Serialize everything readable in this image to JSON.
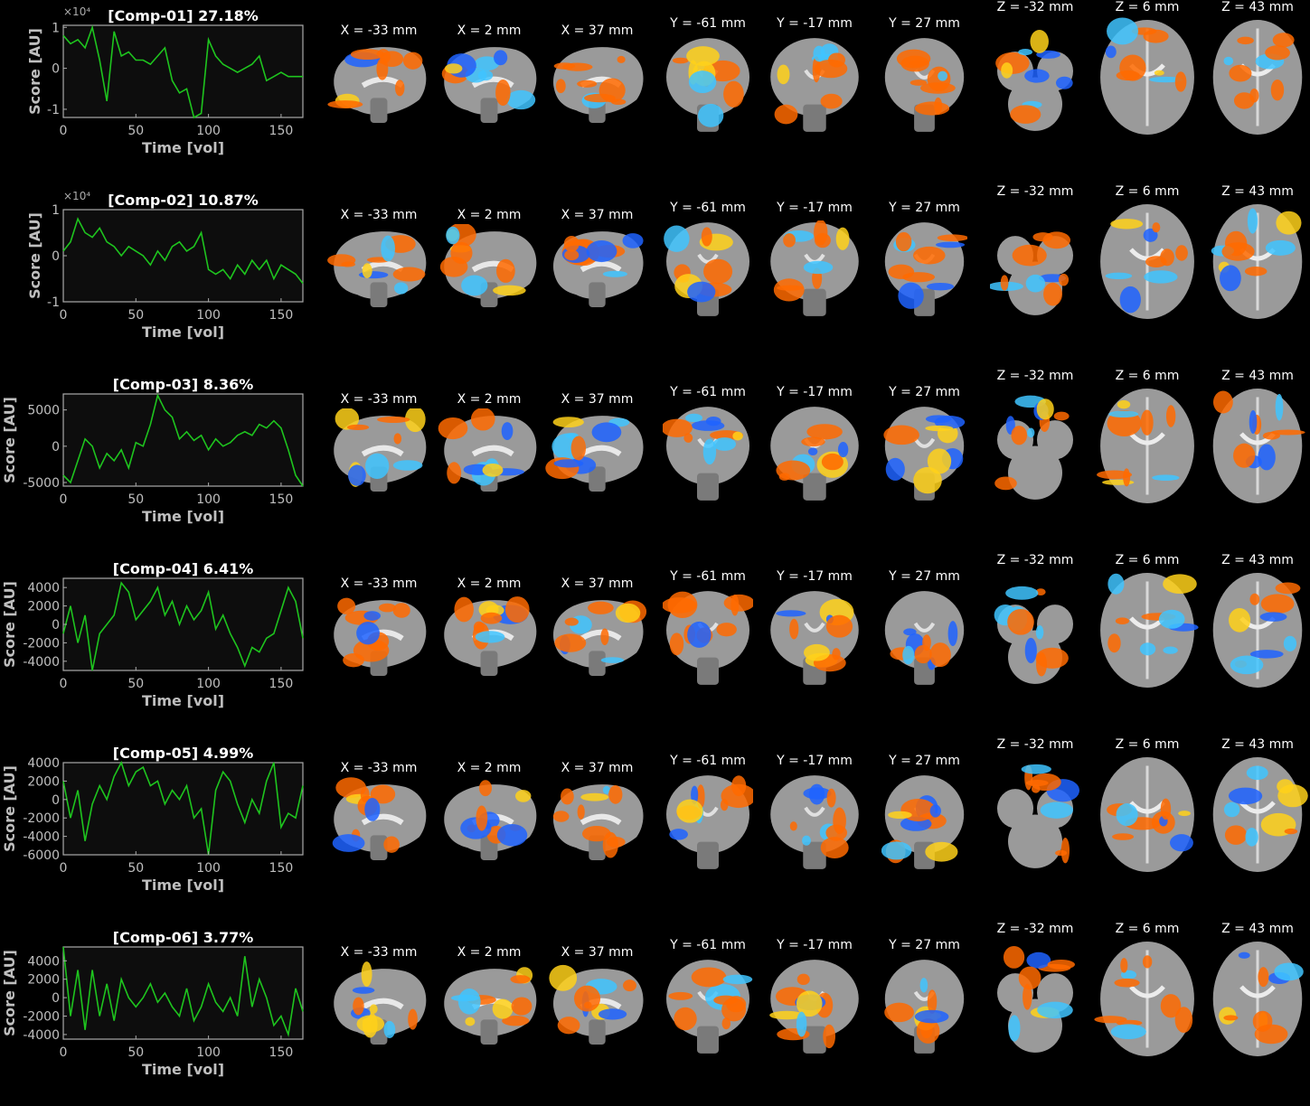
{
  "slice_labels": [
    "X = -33 mm",
    "X = 2 mm",
    "X = 37 mm",
    "Y = -61 mm",
    "Y = -17 mm",
    "Y = 27 mm",
    "Z = -32 mm",
    "Z = 6 mm",
    "Z = 43 mm"
  ],
  "xlabel": "Time [vol]",
  "ylabel": "Score [AU]",
  "x_ticks": [
    0,
    50,
    100,
    150
  ],
  "colors": {
    "trace": "#1ec41e",
    "warm": "#ff6a00",
    "hot": "#ffd11a",
    "cool": "#1e63ff",
    "cyan": "#3fc4ff",
    "brain": "#9a9a9a"
  },
  "chart_data": [
    {
      "type": "line",
      "title": "[Comp-01] 27.18%",
      "exponent": "×10⁴",
      "xlabel": "Time [vol]",
      "ylabel": "Score [AU]",
      "xlim": [
        0,
        165
      ],
      "ylim": [
        -1.2,
        1.05
      ],
      "y_ticks": [
        1,
        0,
        -1
      ],
      "y_tick_labels": [
        "1",
        "0",
        "-1"
      ],
      "x": [
        0,
        5,
        10,
        15,
        20,
        25,
        30,
        35,
        40,
        45,
        50,
        55,
        60,
        65,
        70,
        75,
        80,
        85,
        90,
        95,
        100,
        105,
        110,
        115,
        120,
        125,
        130,
        135,
        140,
        145,
        150,
        155,
        160,
        165
      ],
      "values": [
        0.8,
        0.6,
        0.7,
        0.5,
        1.0,
        0.2,
        -0.8,
        0.9,
        0.3,
        0.4,
        0.2,
        0.2,
        0.1,
        0.3,
        0.5,
        -0.3,
        -0.6,
        -0.5,
        -1.2,
        -1.1,
        0.7,
        0.3,
        0.1,
        0.0,
        -0.1,
        0.0,
        0.1,
        0.3,
        -0.3,
        -0.2,
        -0.1,
        -0.2,
        -0.2,
        -0.2
      ]
    },
    {
      "type": "line",
      "title": "[Comp-02] 10.87%",
      "exponent": "×10⁴",
      "xlabel": "Time [vol]",
      "ylabel": "Score [AU]",
      "xlim": [
        0,
        165
      ],
      "ylim": [
        -1,
        1
      ],
      "y_ticks": [
        1,
        0,
        -1
      ],
      "y_tick_labels": [
        "1",
        "0",
        "-1"
      ],
      "x": [
        0,
        5,
        10,
        15,
        20,
        25,
        30,
        35,
        40,
        45,
        50,
        55,
        60,
        65,
        70,
        75,
        80,
        85,
        90,
        95,
        100,
        105,
        110,
        115,
        120,
        125,
        130,
        135,
        140,
        145,
        150,
        155,
        160,
        165
      ],
      "values": [
        0.1,
        0.3,
        0.8,
        0.5,
        0.4,
        0.6,
        0.3,
        0.2,
        0.0,
        0.2,
        0.1,
        0.0,
        -0.2,
        0.1,
        -0.1,
        0.2,
        0.3,
        0.1,
        0.2,
        0.5,
        -0.3,
        -0.4,
        -0.3,
        -0.5,
        -0.2,
        -0.4,
        -0.1,
        -0.3,
        -0.1,
        -0.5,
        -0.2,
        -0.3,
        -0.4,
        -0.6
      ]
    },
    {
      "type": "line",
      "title": "[Comp-03] 8.36%",
      "exponent": "",
      "xlabel": "Time [vol]",
      "ylabel": "Score [AU]",
      "xlim": [
        0,
        165
      ],
      "ylim": [
        -5500,
        7200
      ],
      "y_ticks": [
        5000,
        0,
        -5000
      ],
      "y_tick_labels": [
        "5000",
        "0",
        "-5000"
      ],
      "x": [
        0,
        5,
        10,
        15,
        20,
        25,
        30,
        35,
        40,
        45,
        50,
        55,
        60,
        65,
        70,
        75,
        80,
        85,
        90,
        95,
        100,
        105,
        110,
        115,
        120,
        125,
        130,
        135,
        140,
        145,
        150,
        155,
        160,
        165
      ],
      "values": [
        -4000,
        -5000,
        -2000,
        1000,
        0,
        -3000,
        -1000,
        -2000,
        -500,
        -3000,
        500,
        0,
        3000,
        7000,
        5000,
        4000,
        1000,
        2000,
        800,
        1500,
        -500,
        1000,
        0,
        500,
        1500,
        2000,
        1500,
        3000,
        2500,
        3500,
        2500,
        -500,
        -4000,
        -5500
      ]
    },
    {
      "type": "line",
      "title": "[Comp-04] 6.41%",
      "exponent": "",
      "xlabel": "Time [vol]",
      "ylabel": "Score [AU]",
      "xlim": [
        0,
        165
      ],
      "ylim": [
        -5000,
        5000
      ],
      "y_ticks": [
        4000,
        2000,
        0,
        -2000,
        -4000
      ],
      "y_tick_labels": [
        "4000",
        "2000",
        "0",
        "-2000",
        "-4000"
      ],
      "x": [
        0,
        5,
        10,
        15,
        20,
        25,
        30,
        35,
        40,
        45,
        50,
        55,
        60,
        65,
        70,
        75,
        80,
        85,
        90,
        95,
        100,
        105,
        110,
        115,
        120,
        125,
        130,
        135,
        140,
        145,
        150,
        155,
        160,
        165
      ],
      "values": [
        -1000,
        2000,
        -2000,
        1000,
        -5000,
        -1000,
        0,
        1000,
        4500,
        3500,
        500,
        1500,
        2500,
        4000,
        1000,
        2500,
        0,
        2000,
        500,
        1500,
        3500,
        -500,
        1000,
        -1000,
        -2500,
        -4500,
        -2500,
        -3000,
        -1500,
        -1000,
        1500,
        4000,
        2500,
        -1500
      ]
    },
    {
      "type": "line",
      "title": "[Comp-05] 4.99%",
      "exponent": "",
      "xlabel": "Time [vol]",
      "ylabel": "Score [AU]",
      "xlim": [
        0,
        165
      ],
      "ylim": [
        -6000,
        4000
      ],
      "y_ticks": [
        4000,
        2000,
        0,
        -2000,
        -4000,
        -6000
      ],
      "y_tick_labels": [
        "4000",
        "2000",
        "0",
        "-2000",
        "-4000",
        "-6000"
      ],
      "x": [
        0,
        5,
        10,
        15,
        20,
        25,
        30,
        35,
        40,
        45,
        50,
        55,
        60,
        65,
        70,
        75,
        80,
        85,
        90,
        95,
        100,
        105,
        110,
        115,
        120,
        125,
        130,
        135,
        140,
        145,
        150,
        155,
        160,
        165
      ],
      "values": [
        2000,
        -2000,
        1000,
        -4500,
        -500,
        1500,
        0,
        2500,
        4000,
        1500,
        3000,
        3500,
        1500,
        2000,
        -500,
        1000,
        0,
        1500,
        -2000,
        -1000,
        -6000,
        1000,
        3000,
        2000,
        -500,
        -2500,
        0,
        -1500,
        2000,
        4000,
        -3000,
        -1500,
        -2000,
        1500
      ]
    },
    {
      "type": "line",
      "title": "[Comp-06] 3.77%",
      "exponent": "",
      "xlabel": "Time [vol]",
      "ylabel": "Score [AU]",
      "xlim": [
        0,
        165
      ],
      "ylim": [
        -4500,
        5500
      ],
      "y_ticks": [
        4000,
        2000,
        0,
        -2000,
        -4000
      ],
      "y_tick_labels": [
        "4000",
        "2000",
        "0",
        "-2000",
        "-4000"
      ],
      "x": [
        0,
        5,
        10,
        15,
        20,
        25,
        30,
        35,
        40,
        45,
        50,
        55,
        60,
        65,
        70,
        75,
        80,
        85,
        90,
        95,
        100,
        105,
        110,
        115,
        120,
        125,
        130,
        135,
        140,
        145,
        150,
        155,
        160,
        165
      ],
      "values": [
        5500,
        -2000,
        3000,
        -3500,
        3000,
        -2000,
        1500,
        -2500,
        2000,
        0,
        -1000,
        0,
        1500,
        -500,
        500,
        -1000,
        -2000,
        1000,
        -2500,
        -1000,
        1500,
        -500,
        -1500,
        0,
        -2000,
        4500,
        -1000,
        2000,
        0,
        -3000,
        -2000,
        -4000,
        1000,
        -1500
      ]
    }
  ]
}
